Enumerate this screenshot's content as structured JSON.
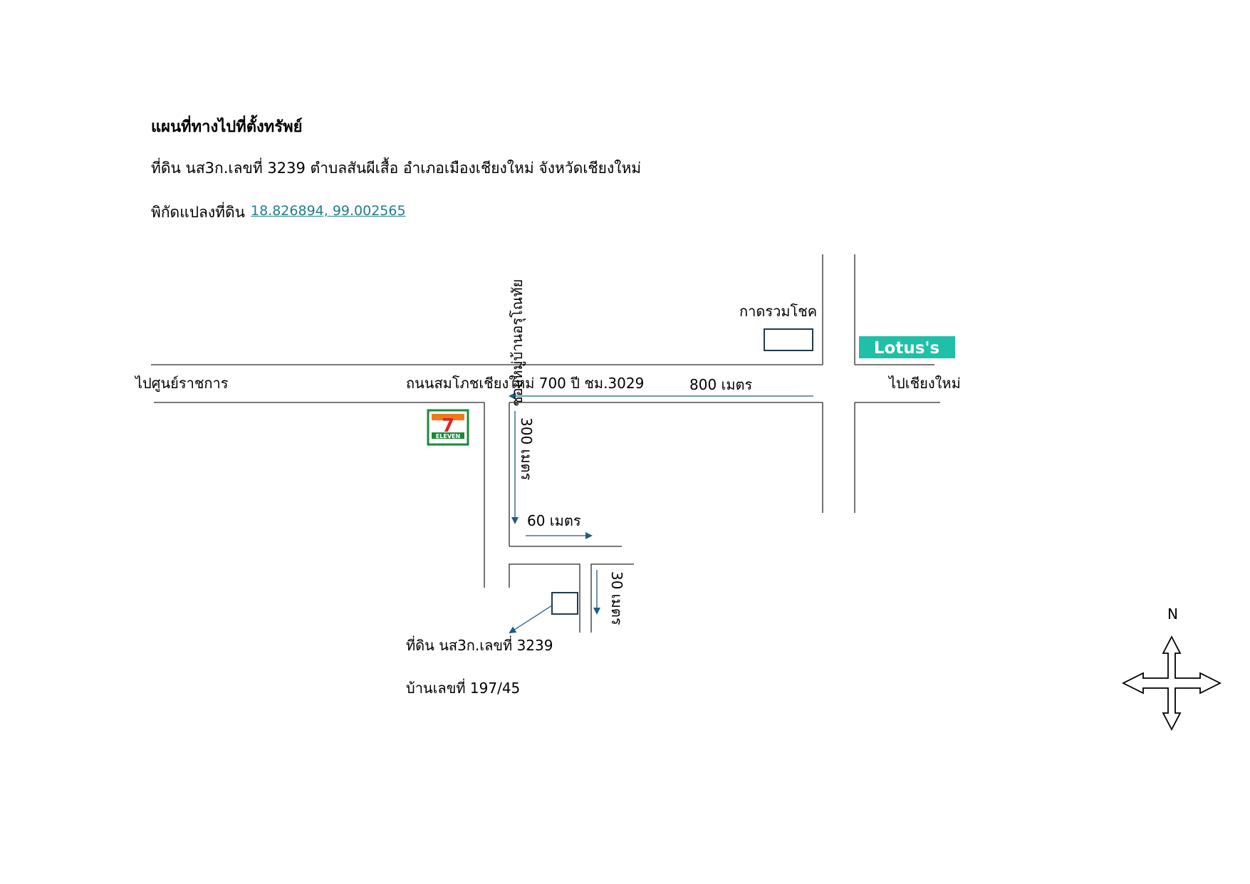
{
  "header": {
    "title": "แผนที่ทางไปที่ตั้งทรัพย์",
    "address": "ที่ดิน นส3ก.เลขที่ 3239  ตำบลสันผีเสื้อ  อำเภอเมืองเชียงใหม่  จังหวัดเชียงใหม่",
    "coord_label": "พิกัดแปลงที่ดิน",
    "coord_value": "18.826894, 99.002565"
  },
  "map": {
    "label_kad": "กาดรวมโชค",
    "label_to_gov": "ไปศูนย์ราชการ",
    "label_road": "ถนนสมโภชเชียงใหม่ 700 ปี ชม.3029",
    "label_800": "800 เมตร",
    "label_to_cm": "ไปเชียงใหม่",
    "label_soi": "ซอยหมู่บ้านอรุโณทัย",
    "label_300": "300 เมตร",
    "label_60": "60 เมตร",
    "label_30": "30 เมตร",
    "label_land": "ที่ดิน นส3ก.เลขที่ 3239",
    "label_house": "บ้านเลขที่ 197/45",
    "lotus_logo": "Lotus's",
    "seven_logo": "ELEVEN",
    "seven_digit": "7",
    "north": "N"
  },
  "colors": {
    "road_line": "#2b2b2b",
    "arrow": "#1f5c80",
    "link": "#1f7f8a",
    "lotus_bg": "#1fbfa8",
    "seven_green": "#1a8a3a",
    "seven_orange": "#f07a1a",
    "seven_red": "#d8262a"
  },
  "icons": {
    "compass": "compass-cross-icon",
    "lotus": "lotus-logo-icon",
    "seven": "seven-eleven-logo-icon"
  }
}
